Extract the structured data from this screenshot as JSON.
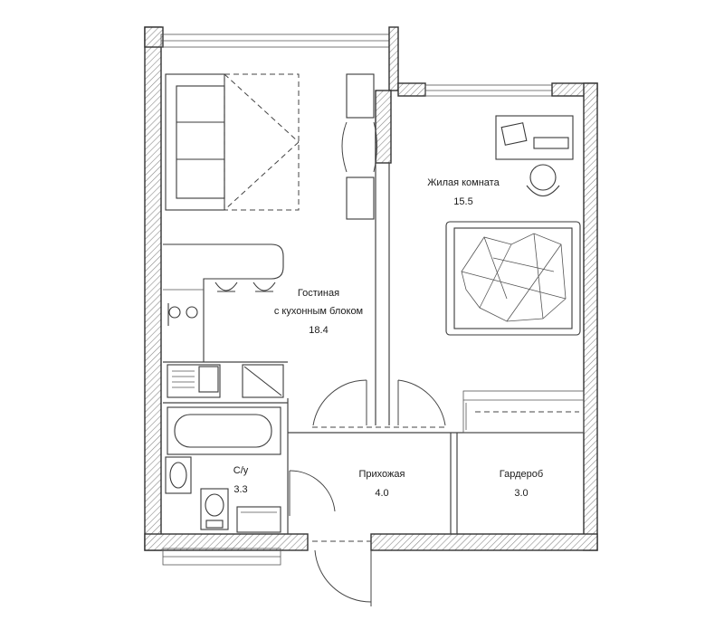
{
  "rooms": [
    {
      "id": "living",
      "name_lines": [
        "Гостиная",
        "с кухонным блоком"
      ],
      "area": "18.4"
    },
    {
      "id": "bedroom",
      "name_lines": [
        "Жилая комната"
      ],
      "area": "15.5"
    },
    {
      "id": "bathroom",
      "name_lines": [
        "С/у"
      ],
      "area": "3.3"
    },
    {
      "id": "hallway",
      "name_lines": [
        "Прихожая"
      ],
      "area": "4.0"
    },
    {
      "id": "wardrobe",
      "name_lines": [
        "Гардероб"
      ],
      "area": "3.0"
    }
  ],
  "colors": {
    "wall_hatch": "#8a8a8a",
    "line": "#333333",
    "background": "#ffffff"
  }
}
